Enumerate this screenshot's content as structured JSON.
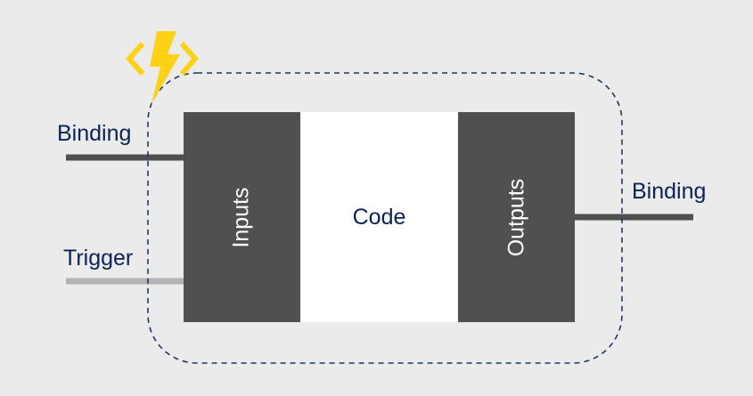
{
  "diagram": {
    "left_inputs": [
      {
        "label": "Binding",
        "kind": "binding",
        "color": "#505050"
      },
      {
        "label": "Trigger",
        "kind": "trigger",
        "color": "#b3b3b3"
      }
    ],
    "right_outputs": [
      {
        "label": "Binding",
        "kind": "binding",
        "color": "#505050"
      }
    ],
    "blocks": [
      {
        "label": "Inputs",
        "color": "#505050"
      },
      {
        "label": "Code",
        "color": "#ffffff"
      },
      {
        "label": "Outputs",
        "color": "#505050"
      }
    ],
    "boundary": {
      "style": "dashed",
      "color": "#1f3864"
    },
    "icon": {
      "name": "azure-functions-bolt-icon",
      "bolt_color": "#fcd116",
      "bracket_color": "#fcd116"
    }
  },
  "colors": {
    "background": "#ebebeb",
    "text": "#0b2257"
  }
}
